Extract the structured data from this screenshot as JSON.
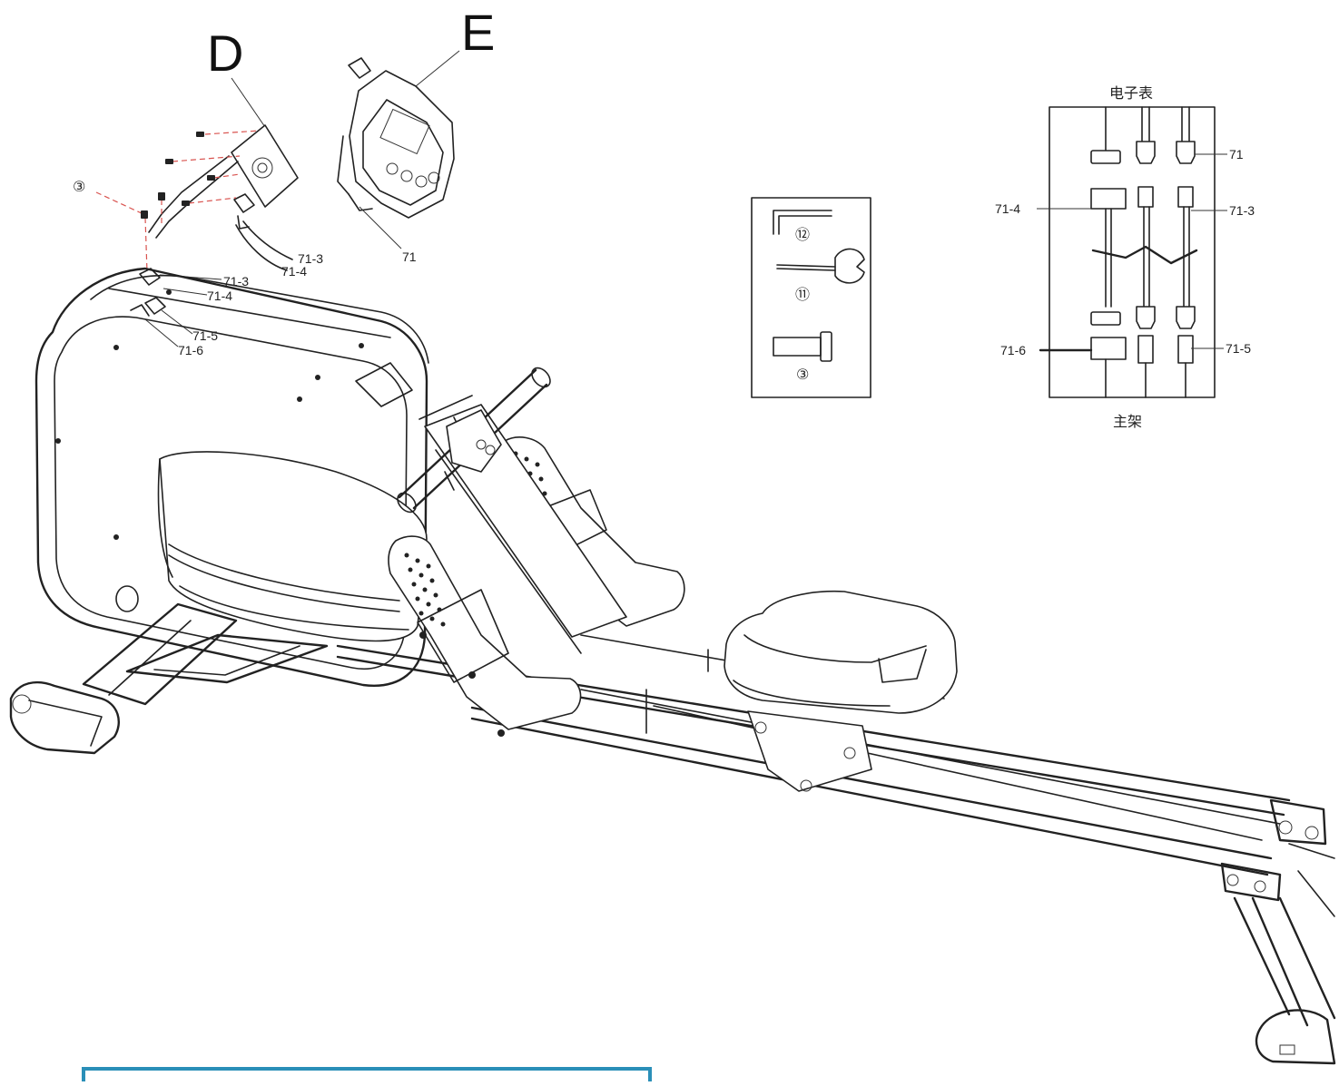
{
  "callouts": {
    "D": "D",
    "E": "E",
    "screw_ref": "③",
    "p71_top": "71",
    "p71_3_a": "71-3",
    "p71_4_a": "71-4",
    "p71_3_b": "71-3",
    "p71_4_b": "71-4",
    "p71_5": "71-5",
    "p71_6": "71-6"
  },
  "tools_box": {
    "wrench_ref": "⑫",
    "spanner_ref": "⑪",
    "bolt_ref": "③"
  },
  "wiring_diagram": {
    "top_label": "电子表",
    "bottom_label": "主架",
    "p71": "71",
    "p71_4": "71-4",
    "p71_3": "71-3",
    "p71_6": "71-6",
    "p71_5": "71-5"
  },
  "colors": {
    "line": "#222222",
    "dashed_guide": "#d9534f",
    "frame_accent": "#2a8fb8"
  }
}
